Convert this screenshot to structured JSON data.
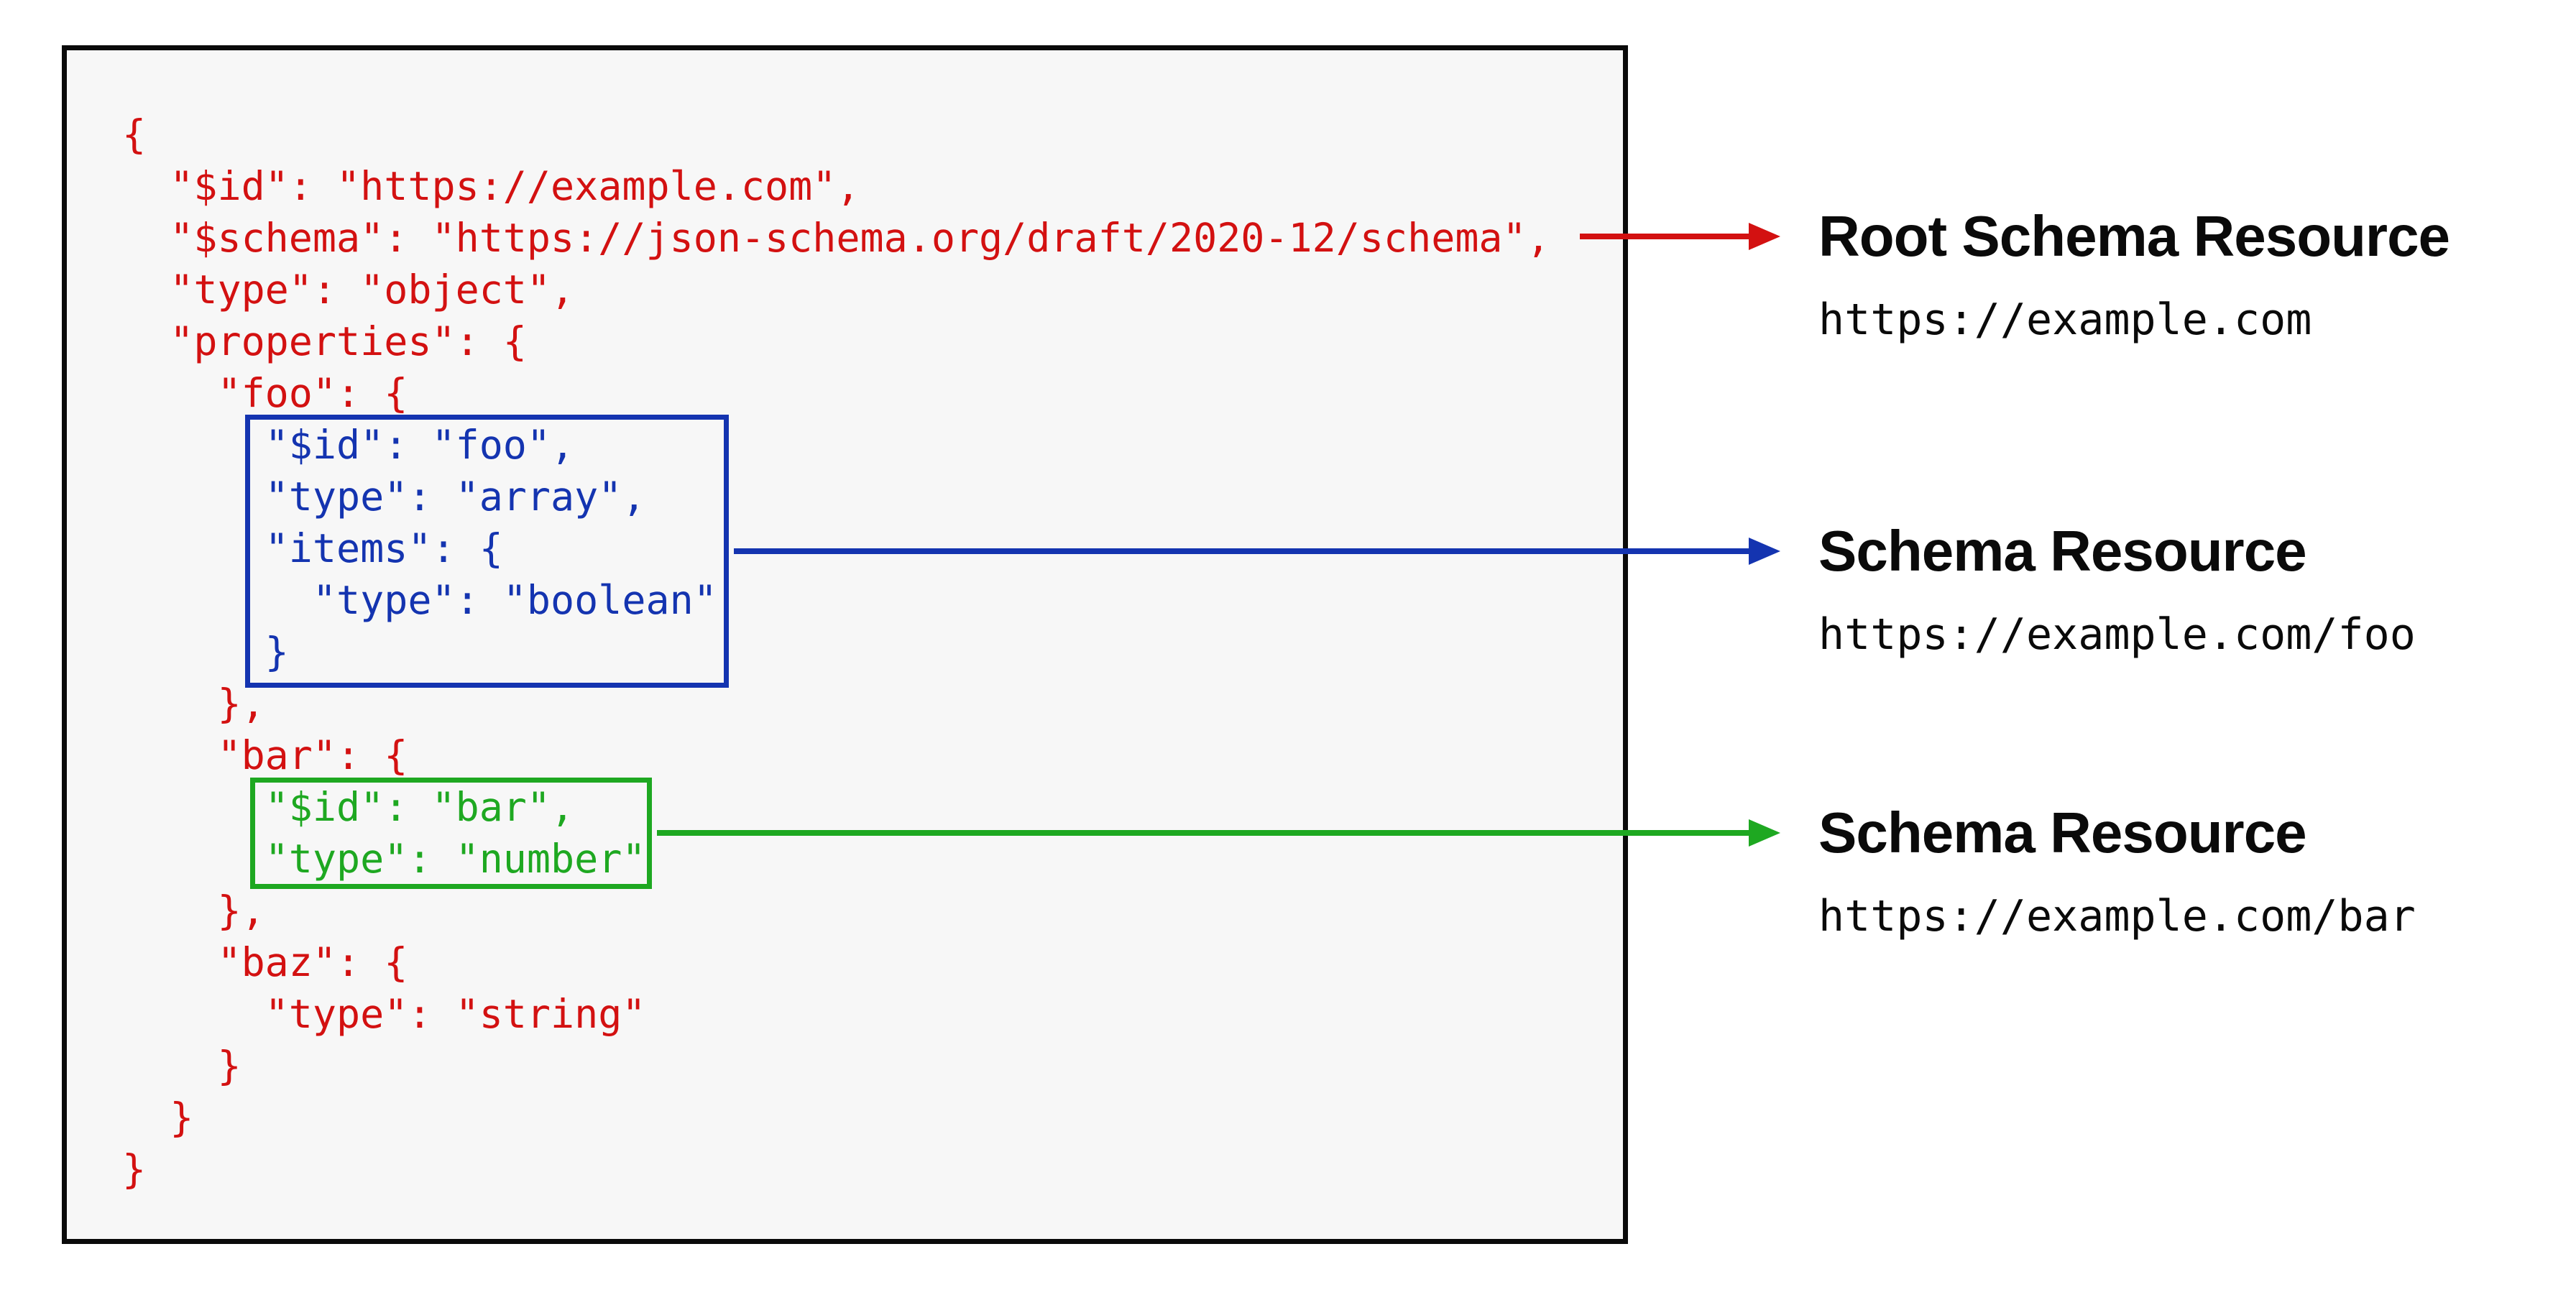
{
  "colors": {
    "red": "#d31111",
    "blue": "#1434b0",
    "green": "#1ea821",
    "panel_bg": "#f7f7f7",
    "panel_border": "#0a0a0a",
    "label_text": "#0a0a0a"
  },
  "code_panel": {
    "lines": [
      {
        "text": "{",
        "color": "red"
      },
      {
        "text": "  \"$id\": \"https://example.com\",",
        "color": "red"
      },
      {
        "text": "  \"$schema\": \"https://json-schema.org/draft/2020-12/schema\",",
        "color": "red"
      },
      {
        "text": "  \"type\": \"object\",",
        "color": "red"
      },
      {
        "text": "  \"properties\": {",
        "color": "red"
      },
      {
        "text": "    \"foo\": {",
        "color": "red"
      },
      {
        "text": "      \"$id\": \"foo\",",
        "color": "blue"
      },
      {
        "text": "      \"type\": \"array\",",
        "color": "blue"
      },
      {
        "text": "      \"items\": {",
        "color": "blue"
      },
      {
        "text": "        \"type\": \"boolean\"",
        "color": "blue"
      },
      {
        "text": "      }",
        "color": "blue"
      },
      {
        "text": "    },",
        "color": "red"
      },
      {
        "text": "    \"bar\": {",
        "color": "red"
      },
      {
        "text": "      \"$id\": \"bar\",",
        "color": "green"
      },
      {
        "text": "      \"type\": \"number\"",
        "color": "green"
      },
      {
        "text": "    },",
        "color": "red"
      },
      {
        "text": "    \"baz\": {",
        "color": "red"
      },
      {
        "text": "      \"type\": \"string\"",
        "color": "red"
      },
      {
        "text": "    }",
        "color": "red"
      },
      {
        "text": "  }",
        "color": "red"
      },
      {
        "text": "}",
        "color": "red"
      }
    ]
  },
  "annotations": [
    {
      "title": "Root Schema Resource",
      "url": "https://example.com",
      "color": "red"
    },
    {
      "title": "Schema Resource",
      "url": "https://example.com/foo",
      "color": "blue"
    },
    {
      "title": "Schema Resource",
      "url": "https://example.com/bar",
      "color": "green"
    }
  ]
}
